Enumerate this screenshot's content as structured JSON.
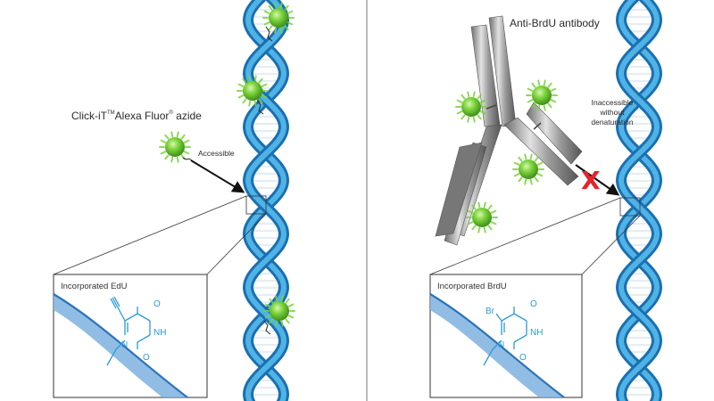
{
  "left_panel": {
    "reagent_name": "Click-iT",
    "reagent_tm": "TM",
    "reagent_fluor": "Alexa Fluor",
    "reagent_reg": "®",
    "reagent_suffix": "azide",
    "access_label": "Accessible",
    "inset_title": "Incorporated EdU",
    "chem_labels": [
      "O",
      "NH",
      "N",
      "O"
    ]
  },
  "right_panel": {
    "antibody_label": "Anti-BrdU antibody",
    "access_label_lines": [
      "Inaccessible",
      "without",
      "denaturation"
    ],
    "block_mark": "X",
    "inset_title": "Incorporated BrdU",
    "chem_labels": [
      "Br",
      "O",
      "NH",
      "N",
      "O"
    ]
  },
  "colors": {
    "dna_dark": "#1b6fb0",
    "dna_light": "#4fb3e6",
    "rung": "#e4eef4",
    "fluor_green": "#7bd33a",
    "antibody_gray": "#8a8a8a",
    "blocked_red": "#e8232a",
    "chem_blue": "#2b9bd6"
  }
}
